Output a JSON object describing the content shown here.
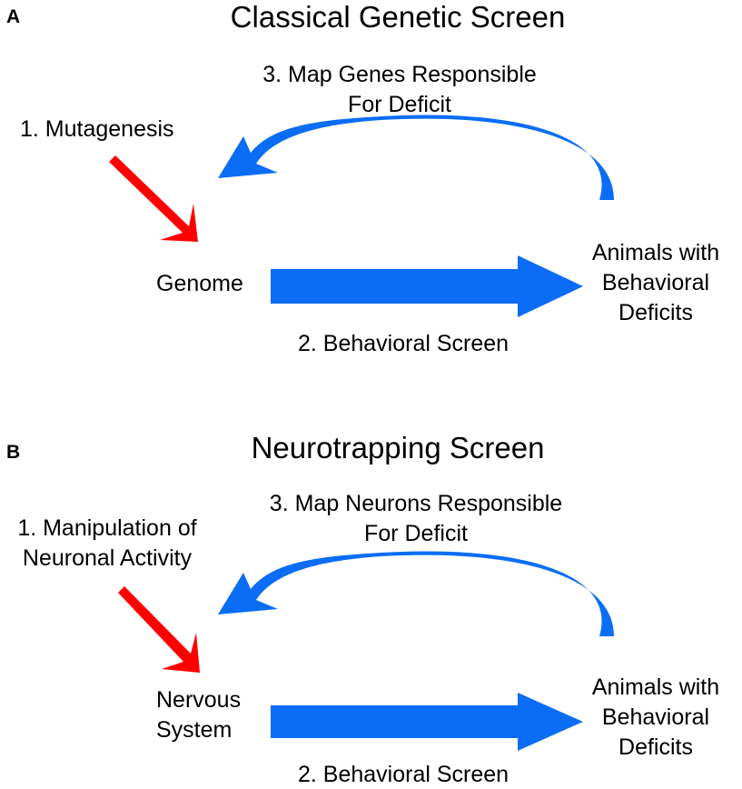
{
  "colors": {
    "blue": "#0b6df5",
    "red": "#ff0000",
    "text": "#000000"
  },
  "panels": [
    {
      "letter": "A",
      "title": "Classical Genetic Screen",
      "step1": "1. Mutagenesis",
      "step3_line1": "3. Map Genes Responsible",
      "step3_line2": "For Deficit",
      "left_node": "Genome",
      "right_line1": "Animals with",
      "right_line2": "Behavioral",
      "right_line3": "Deficits",
      "step2": "2. Behavioral Screen"
    },
    {
      "letter": "B",
      "title": "Neurotrapping Screen",
      "step1_line1": "1. Manipulation of",
      "step1_line2": "Neuronal Activity",
      "step3_line1": "3. Map Neurons Responsible",
      "step3_line2": "For Deficit",
      "left_line1": "Nervous",
      "left_line2": "System",
      "right_line1": "Animals with",
      "right_line2": "Behavioral",
      "right_line3": "Deficits",
      "step2": "2. Behavioral Screen"
    }
  ]
}
